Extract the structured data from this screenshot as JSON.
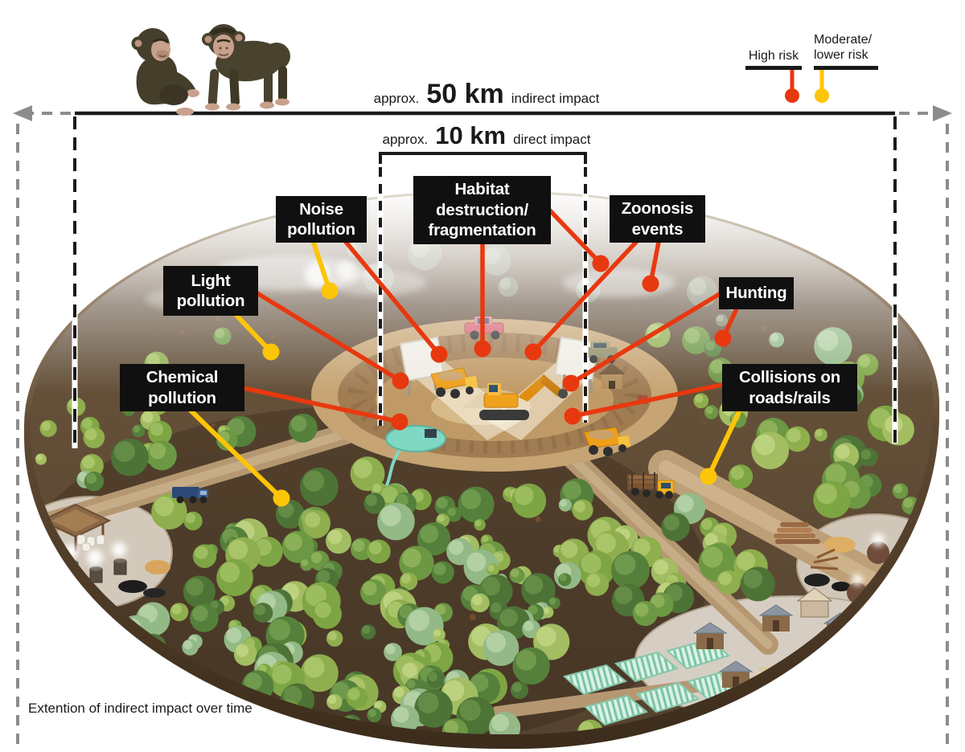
{
  "scale_bars": {
    "indirect": {
      "prefix": "approx.",
      "distance": "50 km",
      "suffix": "indirect impact"
    },
    "direct": {
      "prefix": "approx.",
      "distance": "10 km",
      "suffix": "direct impact"
    }
  },
  "legend": {
    "high": {
      "label": "High risk",
      "color": "#e8380f"
    },
    "moderate": {
      "label_line1": "Moderate/",
      "label_line2": "lower risk",
      "color": "#fcc508"
    }
  },
  "impacts": [
    {
      "id": "noise-pollution",
      "lines": [
        "Noise",
        "pollution"
      ],
      "risks": [
        "high",
        "moderate"
      ]
    },
    {
      "id": "light-pollution",
      "lines": [
        "Light",
        "pollution"
      ],
      "risks": [
        "high",
        "moderate"
      ]
    },
    {
      "id": "chemical-pollution",
      "lines": [
        "Chemical",
        "pollution"
      ],
      "risks": [
        "high",
        "moderate"
      ]
    },
    {
      "id": "habitat-destruction",
      "lines": [
        "Habitat",
        "destruction/",
        "fragmentation"
      ],
      "risks": [
        "high",
        "high"
      ]
    },
    {
      "id": "zoonosis-events",
      "lines": [
        "Zoonosis",
        "events"
      ],
      "risks": [
        "high",
        "high"
      ]
    },
    {
      "id": "hunting",
      "lines": [
        "Hunting"
      ],
      "risks": [
        "high",
        "high"
      ]
    },
    {
      "id": "collisions",
      "lines": [
        "Collisions on",
        "roads/rails"
      ],
      "risks": [
        "high",
        "moderate"
      ]
    }
  ],
  "footnote": "Extention of indirect impact over time"
}
